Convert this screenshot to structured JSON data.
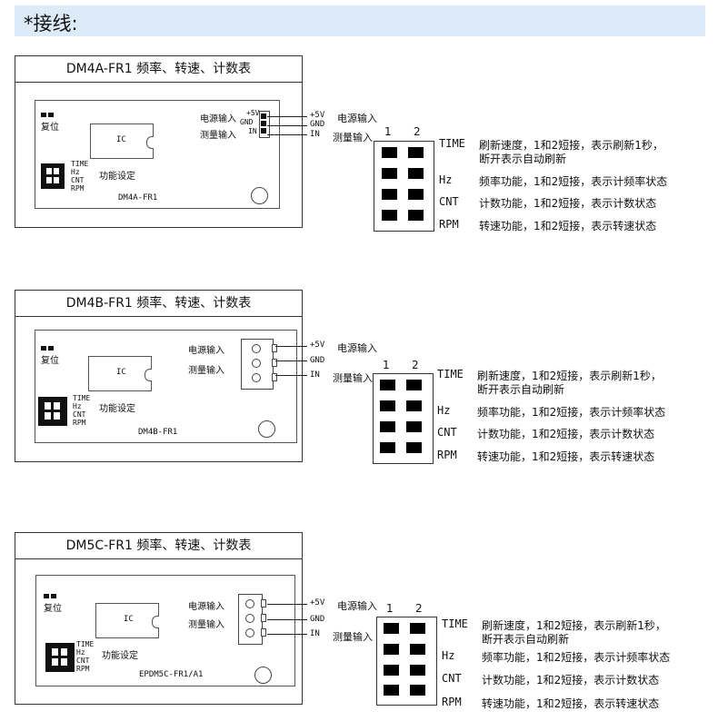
{
  "header": {
    "title": "*接线:"
  },
  "jumper": {
    "col1": "1",
    "col2": "2",
    "modes": [
      {
        "key": "TIME",
        "text": "刷新速度，1和2短接，表示刷新1秒，",
        "text2": "断开表示自动刷新"
      },
      {
        "key": "Hz",
        "text": "频率功能，1和2短接，表示计频率状态"
      },
      {
        "key": "CNT",
        "text": "计数功能，1和2短接，表示计数状态"
      },
      {
        "key": "RPM",
        "text": "转速功能，1和2短接，表示转速状态"
      }
    ]
  },
  "common": {
    "reset": "复位",
    "ic": "IC",
    "func_set": "功能设定",
    "mode_time": "TIME",
    "mode_hz": "Hz",
    "mode_cnt": "CNT",
    "mode_rpm": "RPM",
    "power_in": "电源输入",
    "measure_in": "测量输入",
    "plus5v": "+5V",
    "gnd": "GND",
    "in": "IN"
  },
  "panels": [
    {
      "title": "DM4A-FR1 频率、转速、计数表",
      "model": "DM4A-FR1"
    },
    {
      "title": "DM4B-FR1 频率、转速、计数表",
      "model": "DM4B-FR1"
    },
    {
      "title": "DM5C-FR1 频率、转速、计数表",
      "model": "EPDM5C-FR1/A1"
    }
  ]
}
